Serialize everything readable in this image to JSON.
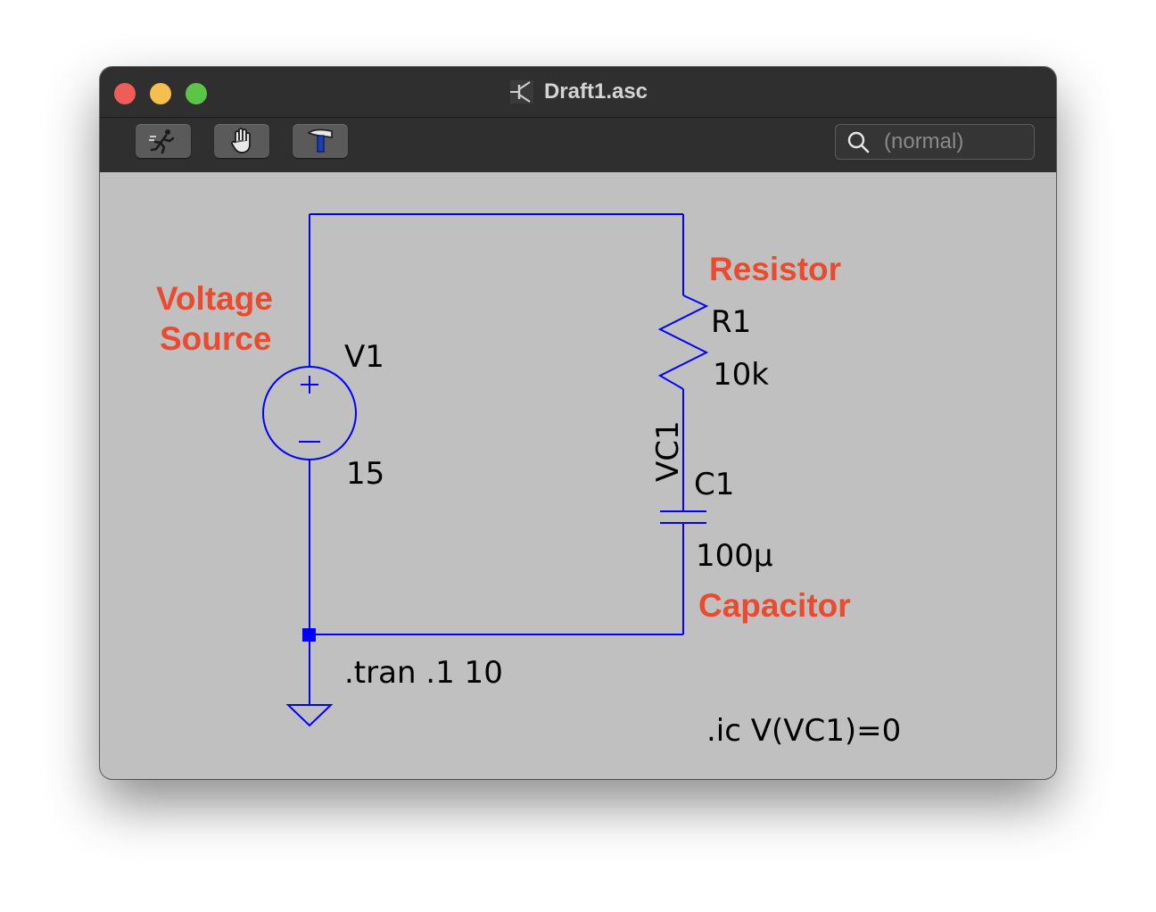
{
  "window": {
    "title": "Draft1.asc"
  },
  "toolbar": {
    "run": {
      "icon": "running-man-icon"
    },
    "halt": {
      "icon": "hand-icon"
    },
    "build": {
      "icon": "hammer-icon"
    }
  },
  "search": {
    "placeholder": "(normal)"
  },
  "schematic": {
    "voltage_source": {
      "name": "V1",
      "value": "15",
      "note_line1": "Voltage",
      "note_line2": "Source"
    },
    "resistor": {
      "name": "R1",
      "value": "10k",
      "note": "Resistor"
    },
    "capacitor": {
      "name": "C1",
      "value": "100µ",
      "note": "Capacitor"
    },
    "net_label": "VC1",
    "directive_tran": ".tran .1 10",
    "directive_ic": ".ic V(VC1)=0"
  },
  "colors": {
    "wire": "#0000ff",
    "note": "#ea4a2e",
    "canvas": "#c0c0c0",
    "titlebar": "#2f2f2f"
  }
}
